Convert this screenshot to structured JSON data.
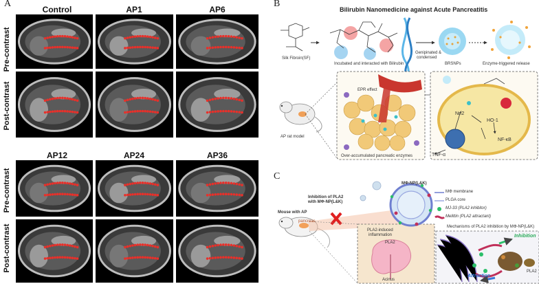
{
  "panel_a": {
    "letter": "A",
    "top_columns": [
      "Control",
      "AP1",
      "AP6"
    ],
    "bottom_columns": [
      "AP12",
      "AP24",
      "AP36"
    ],
    "row_labels": [
      "Pre-contrast",
      "Post-contrast"
    ]
  },
  "panel_b": {
    "letter": "B",
    "title": "Bilirubin Nanomedicine against Acute Pancreatitis",
    "silk_label": "Silk Fibroin(SF)",
    "incubate_label": "Incubated and interacted with Bilirubin",
    "genipin_label_1": "Genipinated &",
    "genipin_label_2": "condensed",
    "brsnps_label": "BRSNPs",
    "release_label": "Enzyme-triggered release",
    "model_label": "AP rat model",
    "epr_label": "EPR effect",
    "enzymes_label": "Over-accumulated pancreatic enzymes",
    "nrf2": "Nrf2",
    "ho1": "HO-1",
    "nfkb": "NF-κB",
    "tnfa": "TNF-α"
  },
  "panel_c": {
    "letter": "C",
    "np_title": "MΦ-NP(L&K)",
    "mouse_label": "Mouse with AP",
    "pancreas_label": "pancreas",
    "inhibition_label_1": "Inhibition of PLA2",
    "inhibition_label_2": "with MΦ-NP(L&K)",
    "legend": [
      "MΦ membrane",
      "PLGA core",
      "MJ-33 (PLA2 inhibitor)",
      "Melittin (PLA2 attractant)"
    ],
    "reduced_label_1": "PLA2-induced",
    "reduced_label_2": "inflammation",
    "pla2_small": "PLA2",
    "acinus_label": "Acinus",
    "mechanism_label": "Mechanisms of PLA2 inhibition by MΦ-NP(L&K)",
    "inhibition_word": "Inhibition",
    "attraction_word": "Attraction",
    "pla2_label": "PLA2"
  },
  "colors": {
    "dot": "#e8302a",
    "teal": "#3cc0c8",
    "vessel": "#c9362e",
    "cell": "#f3dd8c"
  }
}
